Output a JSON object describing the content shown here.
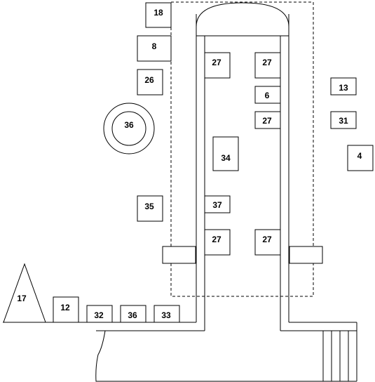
{
  "diagram": {
    "labels": {
      "l18": "18",
      "l8": "8",
      "l26": "26",
      "l36_circle": "36",
      "l35": "35",
      "l27_a": "27",
      "l27_b": "27",
      "l6": "6",
      "l27_c": "27",
      "l34": "34",
      "l37": "37",
      "l27_d": "27",
      "l27_e": "27",
      "l13": "13",
      "l31": "31",
      "l4": "4",
      "l17": "17",
      "l12": "12",
      "l32": "32",
      "l36_box": "36",
      "l33": "33"
    }
  }
}
